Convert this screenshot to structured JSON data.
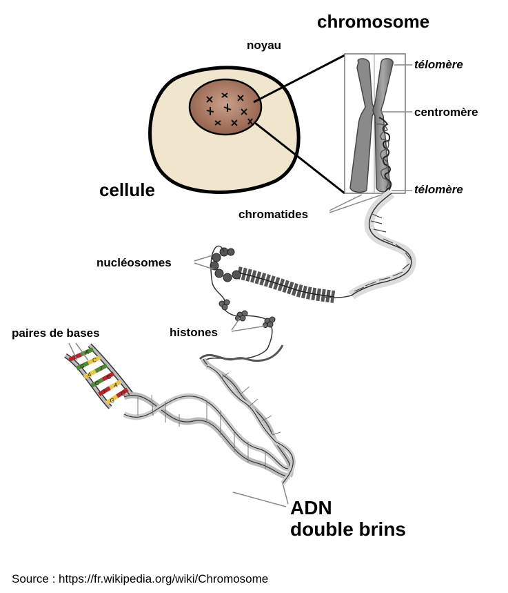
{
  "labels": {
    "chromosome": "chromosome",
    "noyau": "noyau",
    "telomere_top": "télomère",
    "centromere": "centromère",
    "telomere_bottom": "télomère",
    "cellule": "cellule",
    "chromatides": "chromatides",
    "nucleosomes": "nucléosomes",
    "histones": "histones",
    "paires_de_bases": "paires de bases",
    "adn_line1": "ADN",
    "adn_line2": "double brins"
  },
  "base_letters": [
    "T",
    "A",
    "G",
    "C",
    "A",
    "T",
    "C",
    "G",
    "T",
    "A",
    "G",
    "C"
  ],
  "source": "Source : https://fr.wikipedia.org/wiki/Chromosome",
  "colors": {
    "cell_fill": "#efe6cd",
    "nucleus_fill": "#a0705a",
    "chromosome_fill": "#8a8a8a",
    "base_red": "#b5272d",
    "base_green": "#4f8a36",
    "base_yellow": "#e7c64a"
  }
}
